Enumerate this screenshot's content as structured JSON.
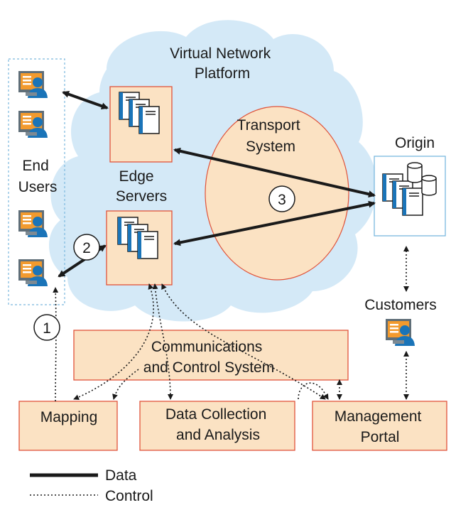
{
  "cloud": {
    "title_line1": "Virtual Network",
    "title_line2": "Platform"
  },
  "transport": {
    "line1": "Transport",
    "line2": "System"
  },
  "end_users": {
    "line1": "End",
    "line2": "Users"
  },
  "edge_servers": {
    "line1": "Edge",
    "line2": "Servers"
  },
  "origin": {
    "label": "Origin"
  },
  "customers": {
    "label": "Customers"
  },
  "boxes": {
    "communications": {
      "line1": "Communications",
      "line2": "and Control System"
    },
    "mapping": {
      "line1": "Mapping"
    },
    "data_collection": {
      "line1": "Data Collection",
      "line2": "and Analysis"
    },
    "management_portal": {
      "line1": "Management",
      "line2": "Portal"
    }
  },
  "steps": {
    "one": "1",
    "two": "2",
    "three": "3"
  },
  "legend": {
    "data": "Data",
    "control": "Control"
  },
  "colors": {
    "cloud_fill": "#d4e9f7",
    "box_fill": "#fbe2c3",
    "box_border": "#e0533a",
    "transport_fill": "#fbe2c3",
    "screen_orange": "#f29a2e",
    "user_blue": "#1a74b8"
  }
}
